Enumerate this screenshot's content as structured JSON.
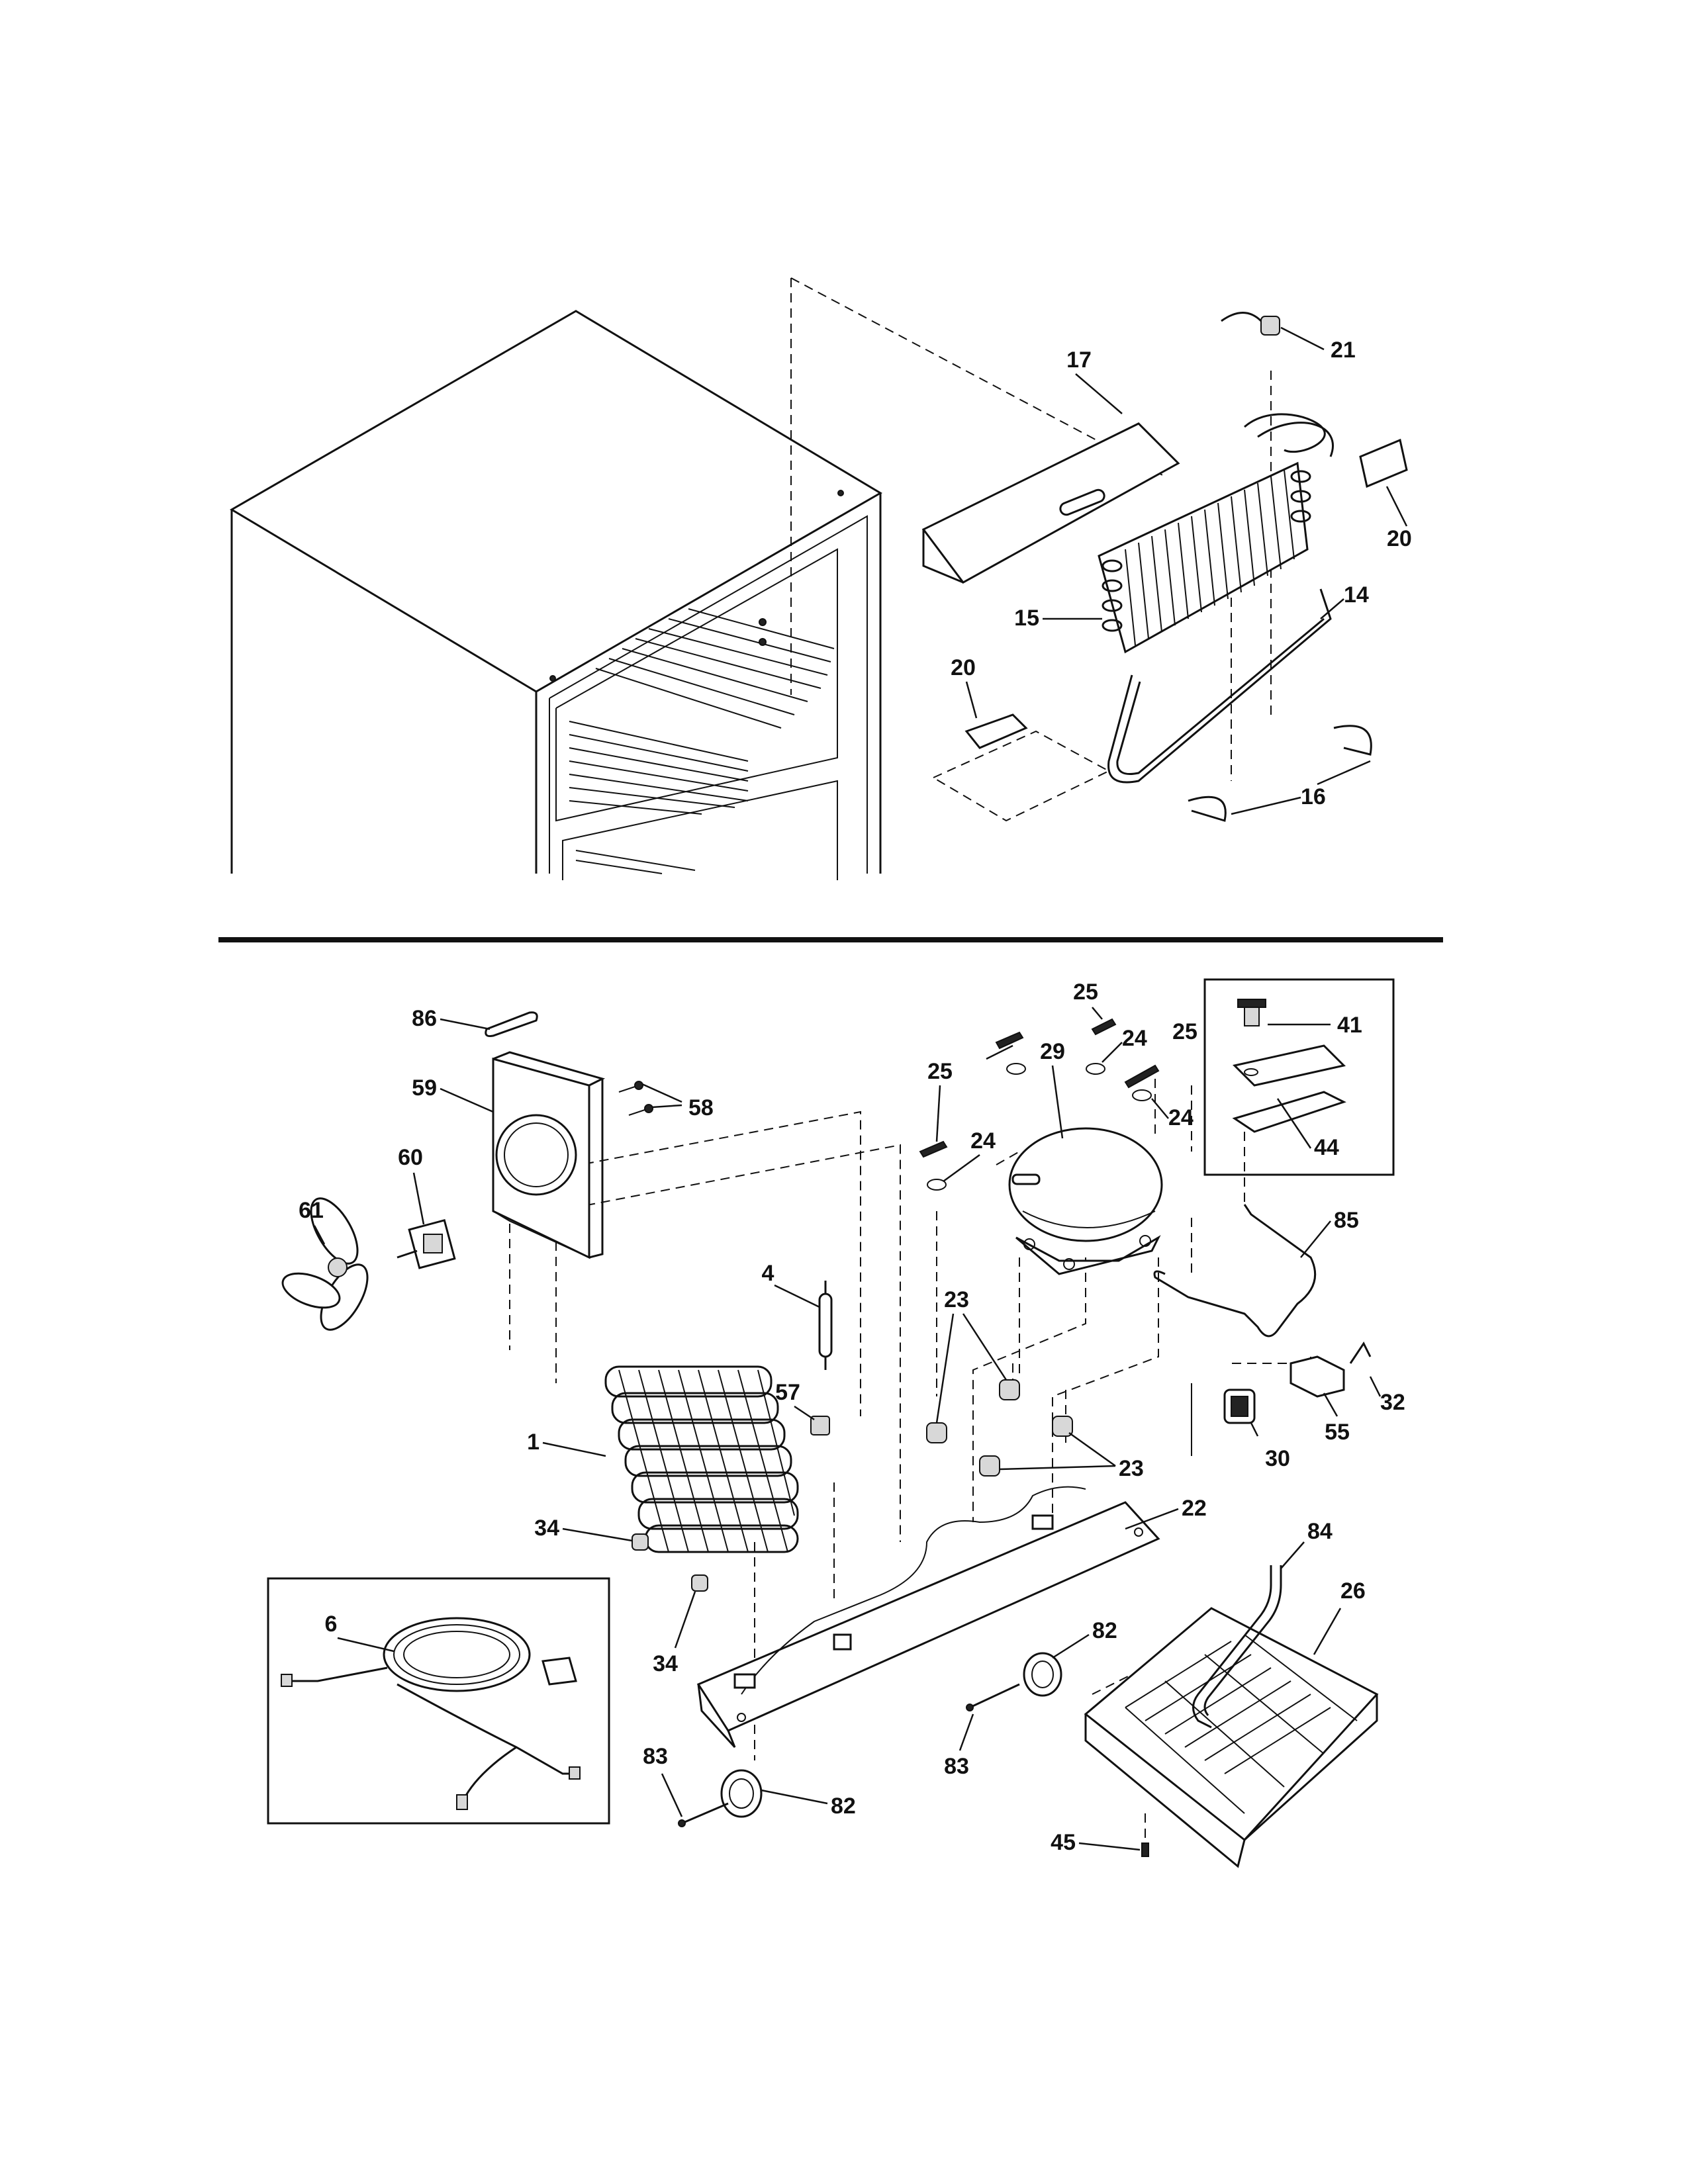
{
  "callouts": {
    "c1": "1",
    "c4": "4",
    "c6": "6",
    "c14": "14",
    "c15": "15",
    "c16": "16",
    "c17": "17",
    "c20a": "20",
    "c20b": "20",
    "c21": "21",
    "c22": "22",
    "c23a": "23",
    "c23b": "23",
    "c24a": "24",
    "c24b": "24",
    "c24c": "24",
    "c25a": "25",
    "c25b": "25",
    "c25c": "25",
    "c26": "26",
    "c29": "29",
    "c30": "30",
    "c32": "32",
    "c34a": "34",
    "c34b": "34",
    "c41": "41",
    "c44": "44",
    "c45": "45",
    "c55": "55",
    "c57": "57",
    "c58": "58",
    "c59": "59",
    "c60": "60",
    "c61": "61",
    "c82a": "82",
    "c82b": "82",
    "c83a": "83",
    "c83b": "83",
    "c84": "84",
    "c85": "85",
    "c86": "86"
  }
}
